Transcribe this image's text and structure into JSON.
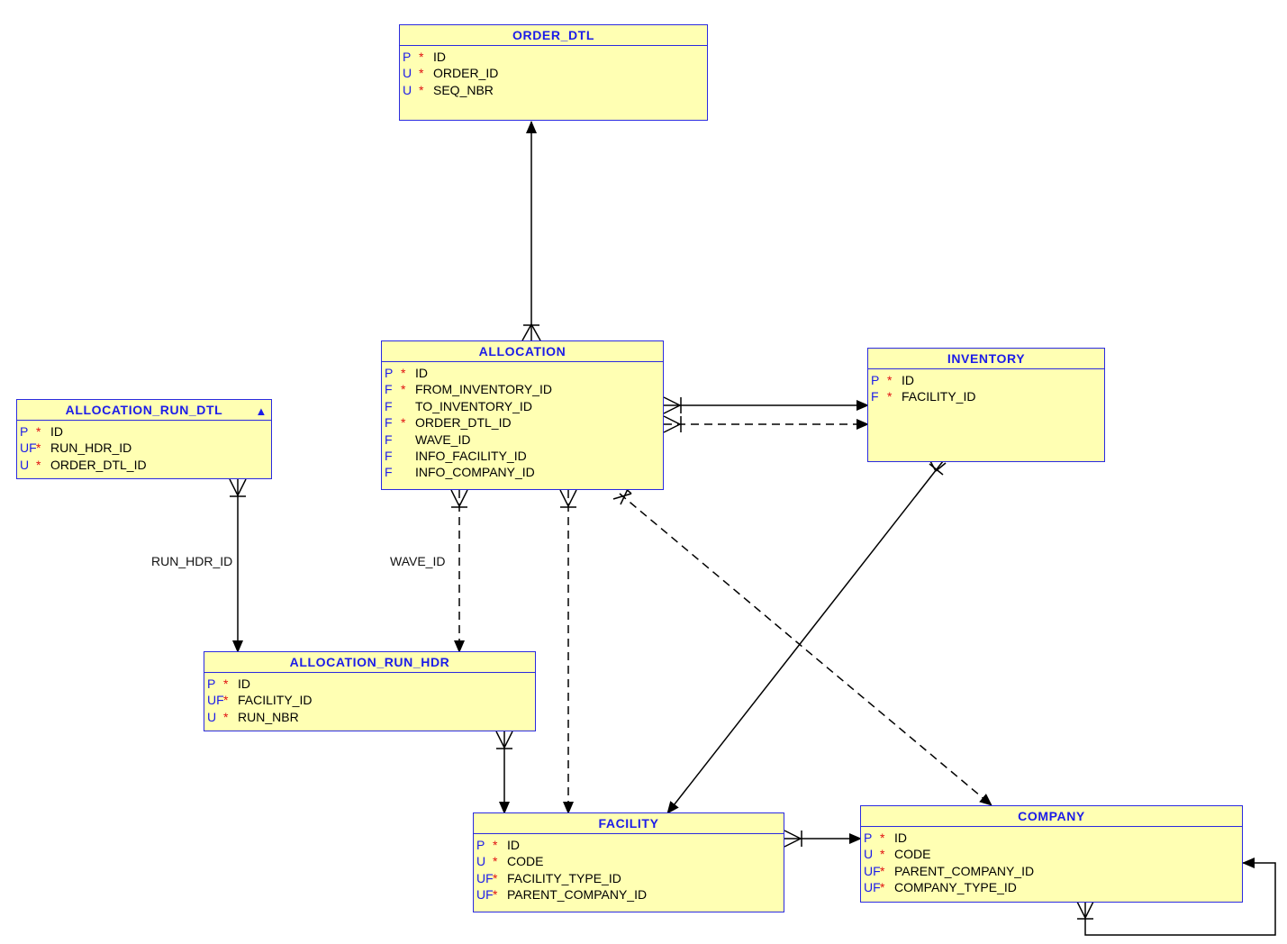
{
  "tables": {
    "order_dtl": {
      "name": "ORDER_DTL",
      "columns": [
        {
          "key": "P",
          "req": "*",
          "name": "ID"
        },
        {
          "key": "U",
          "req": "*",
          "name": "ORDER_ID"
        },
        {
          "key": "U",
          "req": "*",
          "name": "SEQ_NBR"
        }
      ]
    },
    "allocation": {
      "name": "ALLOCATION",
      "columns": [
        {
          "key": "P",
          "req": "*",
          "name": "ID"
        },
        {
          "key": "F",
          "req": "*",
          "name": "FROM_INVENTORY_ID"
        },
        {
          "key": "F",
          "req": "",
          "name": "TO_INVENTORY_ID"
        },
        {
          "key": "F",
          "req": "*",
          "name": "ORDER_DTL_ID"
        },
        {
          "key": "F",
          "req": "",
          "name": "WAVE_ID"
        },
        {
          "key": "F",
          "req": "",
          "name": "INFO_FACILITY_ID"
        },
        {
          "key": "F",
          "req": "",
          "name": "INFO_COMPANY_ID"
        }
      ]
    },
    "inventory": {
      "name": "INVENTORY",
      "columns": [
        {
          "key": "P",
          "req": "*",
          "name": "ID"
        },
        {
          "key": "F",
          "req": "*",
          "name": "FACILITY_ID"
        }
      ]
    },
    "allocation_run_dtl": {
      "name": "ALLOCATION_RUN_DTL",
      "marker": "▲",
      "columns": [
        {
          "key": "P",
          "req": "*",
          "name": "ID"
        },
        {
          "key": "UF",
          "req": "*",
          "name": "RUN_HDR_ID"
        },
        {
          "key": "U",
          "req": "*",
          "name": "ORDER_DTL_ID"
        }
      ]
    },
    "allocation_run_hdr": {
      "name": "ALLOCATION_RUN_HDR",
      "columns": [
        {
          "key": "P",
          "req": "*",
          "name": "ID"
        },
        {
          "key": "UF",
          "req": "*",
          "name": "FACILITY_ID"
        },
        {
          "key": "U",
          "req": "*",
          "name": "RUN_NBR"
        }
      ]
    },
    "facility": {
      "name": "FACILITY",
      "columns": [
        {
          "key": "P",
          "req": "*",
          "name": "ID"
        },
        {
          "key": "U",
          "req": "*",
          "name": "CODE"
        },
        {
          "key": "UF",
          "req": "*",
          "name": "FACILITY_TYPE_ID"
        },
        {
          "key": "UF",
          "req": "*",
          "name": "PARENT_COMPANY_ID"
        }
      ]
    },
    "company": {
      "name": "COMPANY",
      "columns": [
        {
          "key": "P",
          "req": "*",
          "name": "ID"
        },
        {
          "key": "U",
          "req": "*",
          "name": "CODE"
        },
        {
          "key": "UF",
          "req": "*",
          "name": "PARENT_COMPANY_ID"
        },
        {
          "key": "UF",
          "req": "*",
          "name": "COMPANY_TYPE_ID"
        }
      ]
    }
  },
  "relationship_labels": {
    "run_hdr_id": "RUN_HDR_ID",
    "wave_id": "WAVE_ID"
  },
  "colors": {
    "table_fill": "#ffffb3",
    "table_border": "#2a2ae0",
    "title_text": "#1c1ce8",
    "key_text": "#1c1ce8",
    "required_marker": "#e01010",
    "line": "#000000"
  }
}
